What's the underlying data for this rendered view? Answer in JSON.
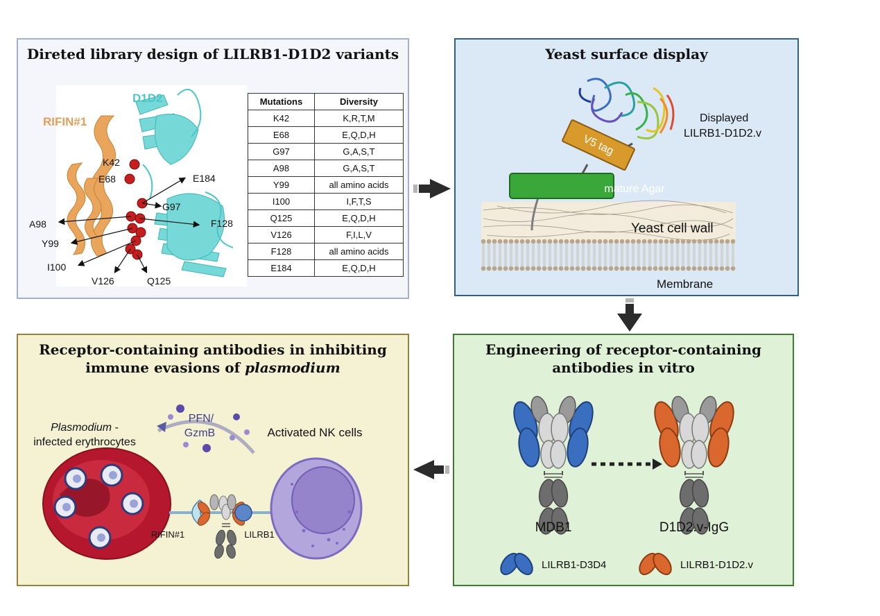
{
  "panel1": {
    "title": "Direted library design of LILRB1-D1D2 variants",
    "label_d1d2": "D1D2",
    "label_rifin": "RIFIN#1",
    "residues": [
      "K42",
      "E68",
      "E184",
      "G97",
      "A98",
      "F128",
      "Y99",
      "I100",
      "V126",
      "Q125"
    ],
    "table": {
      "headers": [
        "Mutations",
        "Diversity"
      ],
      "rows": [
        [
          "K42",
          "K,R,T,M"
        ],
        [
          "E68",
          "E,Q,D,H"
        ],
        [
          "G97",
          "G,A,S,T"
        ],
        [
          "A98",
          "G,A,S,T"
        ],
        [
          "Y99",
          "all amino acids"
        ],
        [
          "I100",
          "I,F,T,S"
        ],
        [
          "Q125",
          "E,Q,D,H"
        ],
        [
          "V126",
          "F,I,L,V"
        ],
        [
          "F128",
          "all amino acids"
        ],
        [
          "E184",
          "E,Q,D,H"
        ]
      ]
    }
  },
  "panel2": {
    "title": "Yeast  surface display",
    "displayed_label_1": "Displayed",
    "displayed_label_2": "LILRB1-D1D2.v",
    "v5_tag": "V5 tag",
    "mature_agar": "mature Agar",
    "cell_wall": "Yeast cell wall",
    "membrane": "Membrane"
  },
  "panel3": {
    "title_line1": "Engineering of receptor-containing",
    "title_line2": "antibodies in vitro",
    "antibody_left": "MDB1",
    "antibody_right": "D1D2.v-IgG",
    "legend_left": "LILRB1-D3D4",
    "legend_right": "LILRB1-D1D2.v",
    "colors": {
      "blue_domain": "#3a6fc0",
      "orange_domain": "#d9672e",
      "grey_domain": "#6d6d6d"
    }
  },
  "panel4": {
    "title_line1": "Receptor-containing antibodies in inhibiting",
    "title_line2_prefix": "immune evasions of ",
    "title_line2_italic": "plasmodium",
    "erythrocyte_label_italic": "Plasmodium",
    "erythrocyte_label_rest": " -",
    "erythrocyte_label_line2": "infected erythrocytes",
    "pfn": "PFN/",
    "gzmb": "GzmB",
    "nk_label": "Activated NK cells",
    "rifin": "RIFIN#1",
    "lilrb1": "LILRB1"
  }
}
